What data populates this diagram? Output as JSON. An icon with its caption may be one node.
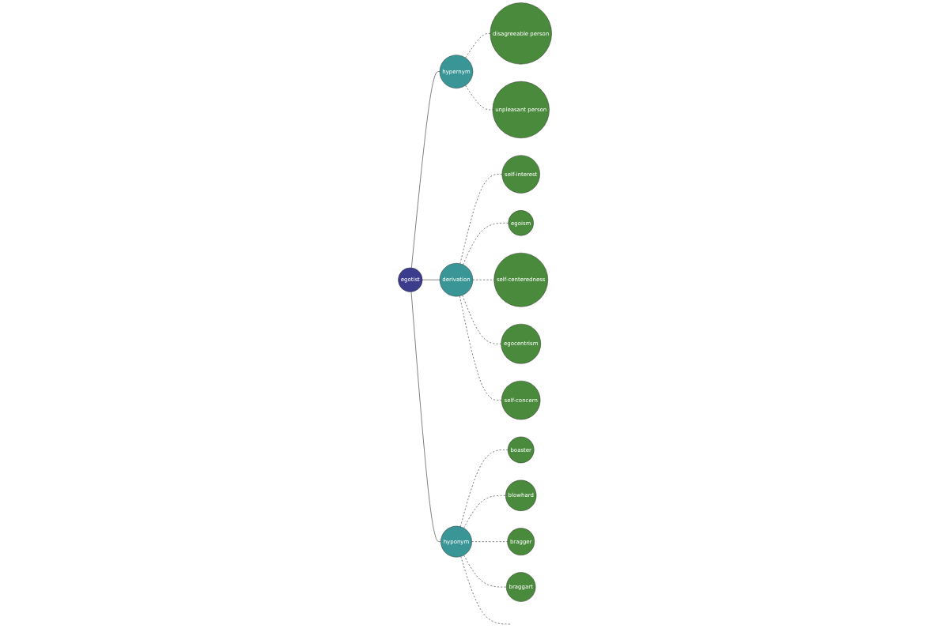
{
  "diagram": {
    "nodes": [
      {
        "text": [
          "disagreeable person"
        ]
      },
      {
        "text": [
          "self-interest"
        ]
      },
      {
        "text": [
          "hypernym"
        ]
      },
      {
        "text": [
          "egoism"
        ]
      },
      {
        "text": [
          "unpleasant person"
        ]
      },
      {
        "text": [
          "egotist"
        ]
      },
      {
        "text": [
          "derivation"
        ]
      },
      {
        "text": [
          "self-centeredness"
        ]
      },
      {
        "text": [
          "blowhard"
        ]
      },
      {
        "text": [
          "egocentrism"
        ]
      },
      {
        "text": [
          "boaster"
        ]
      },
      {
        "text": [
          "self-concern"
        ]
      },
      {
        "text": [
          "hyponym"
        ]
      },
      {
        "text": [
          "bragger"
        ]
      },
      {
        "text": [
          "braggart"
        ]
      }
    ],
    "edges": [
      {
        "from": 5,
        "to": 2,
        "arrow": "none"
      },
      {
        "from": 5,
        "to": 6,
        "arrow": "none"
      },
      {
        "from": 5,
        "to": 12,
        "arrow": "none"
      },
      {
        "from": 2,
        "to": 0,
        "arrow": "none",
        "style": "dashed"
      },
      {
        "from": 2,
        "to": 4,
        "arrow": "none",
        "style": "dashed"
      },
      {
        "from": 6,
        "to": 1,
        "arrow": "none",
        "style": "dashed"
      },
      {
        "from": 6,
        "to": 3,
        "arrow": "none",
        "style": "dashed"
      },
      {
        "from": 6,
        "to": 7,
        "arrow": "none",
        "style": "dashed"
      },
      {
        "from": 6,
        "to": 9,
        "arrow": "none",
        "style": "dashed"
      },
      {
        "from": 6,
        "to": 11,
        "arrow": "none",
        "style": "dashed"
      },
      {
        "from": 12,
        "to": 10,
        "arrow": "none",
        "style": "dashed"
      },
      {
        "from": 12,
        "to": 8,
        "arrow": "none",
        "style": "dashed"
      },
      {
        "from": 12,
        "to": 13,
        "arrow": "none",
        "style": "dashed"
      },
      {
        "from": 12,
        "to": 14,
        "arrow": "none",
        "style": "dashed"
      },
      {
        "from": 12,
        "to": null,
        "arrow": "none",
        "style": "dashed"
      }
    ]
  }
}
